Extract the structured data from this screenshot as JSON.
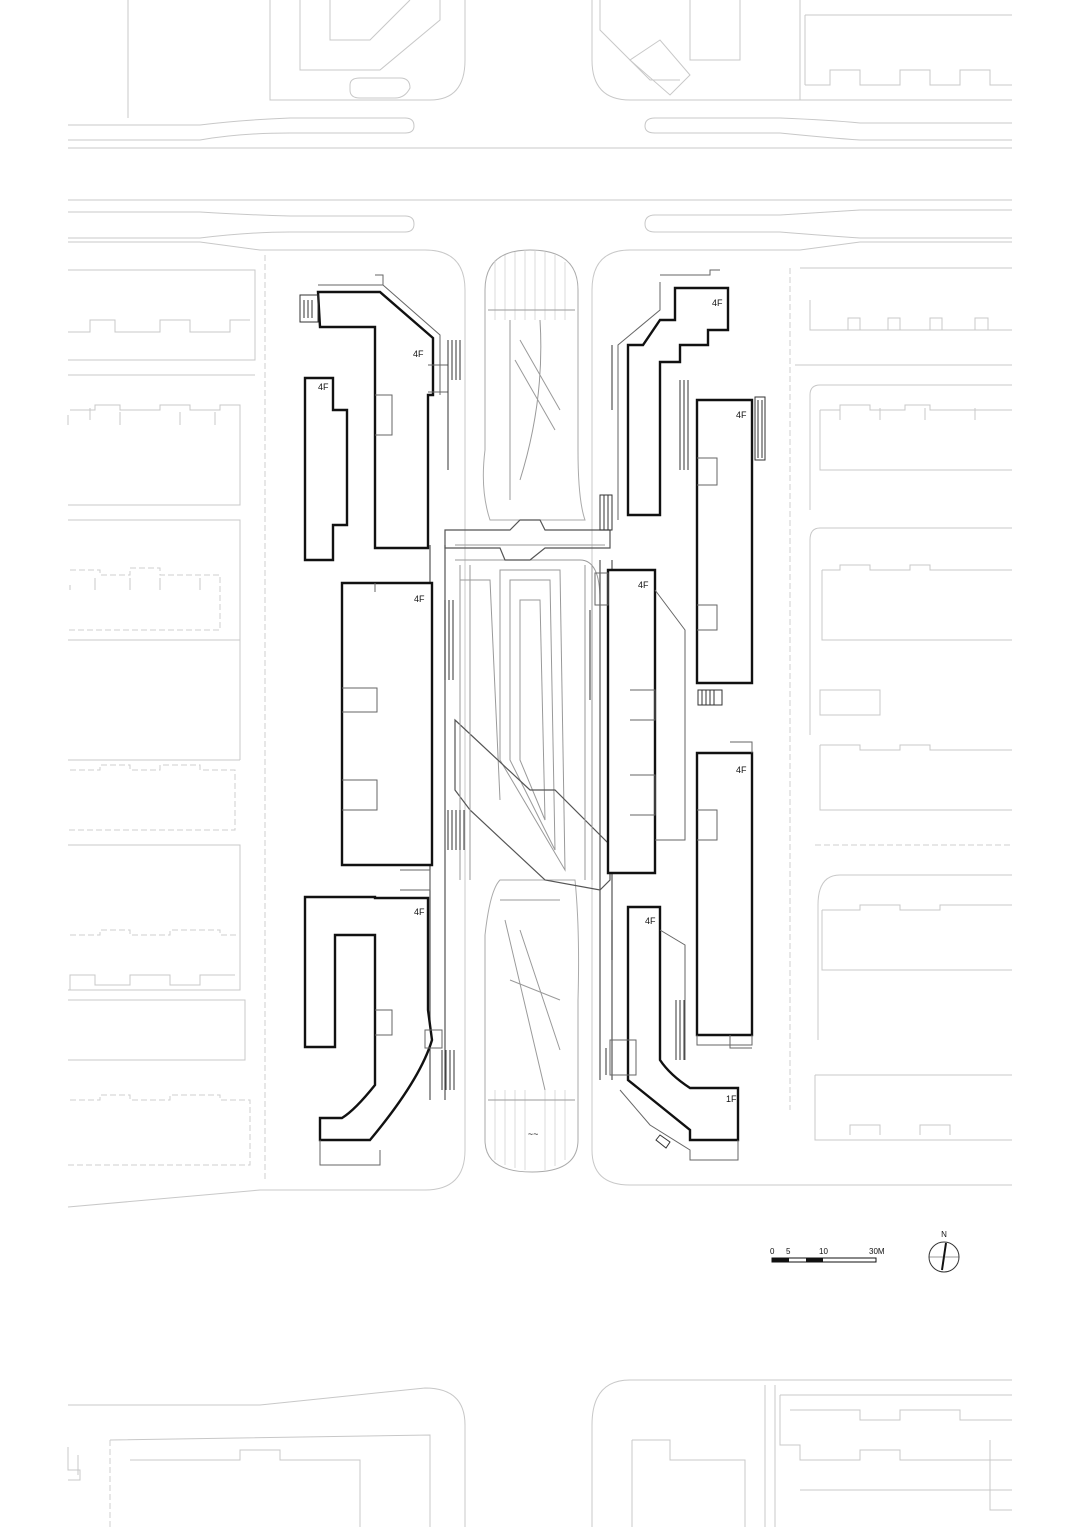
{
  "floor_labels": {
    "left_upper": "4F",
    "left_small": "4F",
    "left_middle": "4F",
    "left_lower": "4F",
    "right_top": "4F",
    "right_upper_tall": "4F",
    "right_center": "4F",
    "right_lower_tall": "4F",
    "right_lower_small": "4F",
    "right_bottom": "1F"
  },
  "scale_bar": {
    "ticks": [
      "0",
      "5",
      "10",
      "30M"
    ]
  },
  "north_arrow": {
    "label": "N"
  },
  "colors": {
    "building_outline": "#111111",
    "context_lines": "#c8c8c8"
  }
}
